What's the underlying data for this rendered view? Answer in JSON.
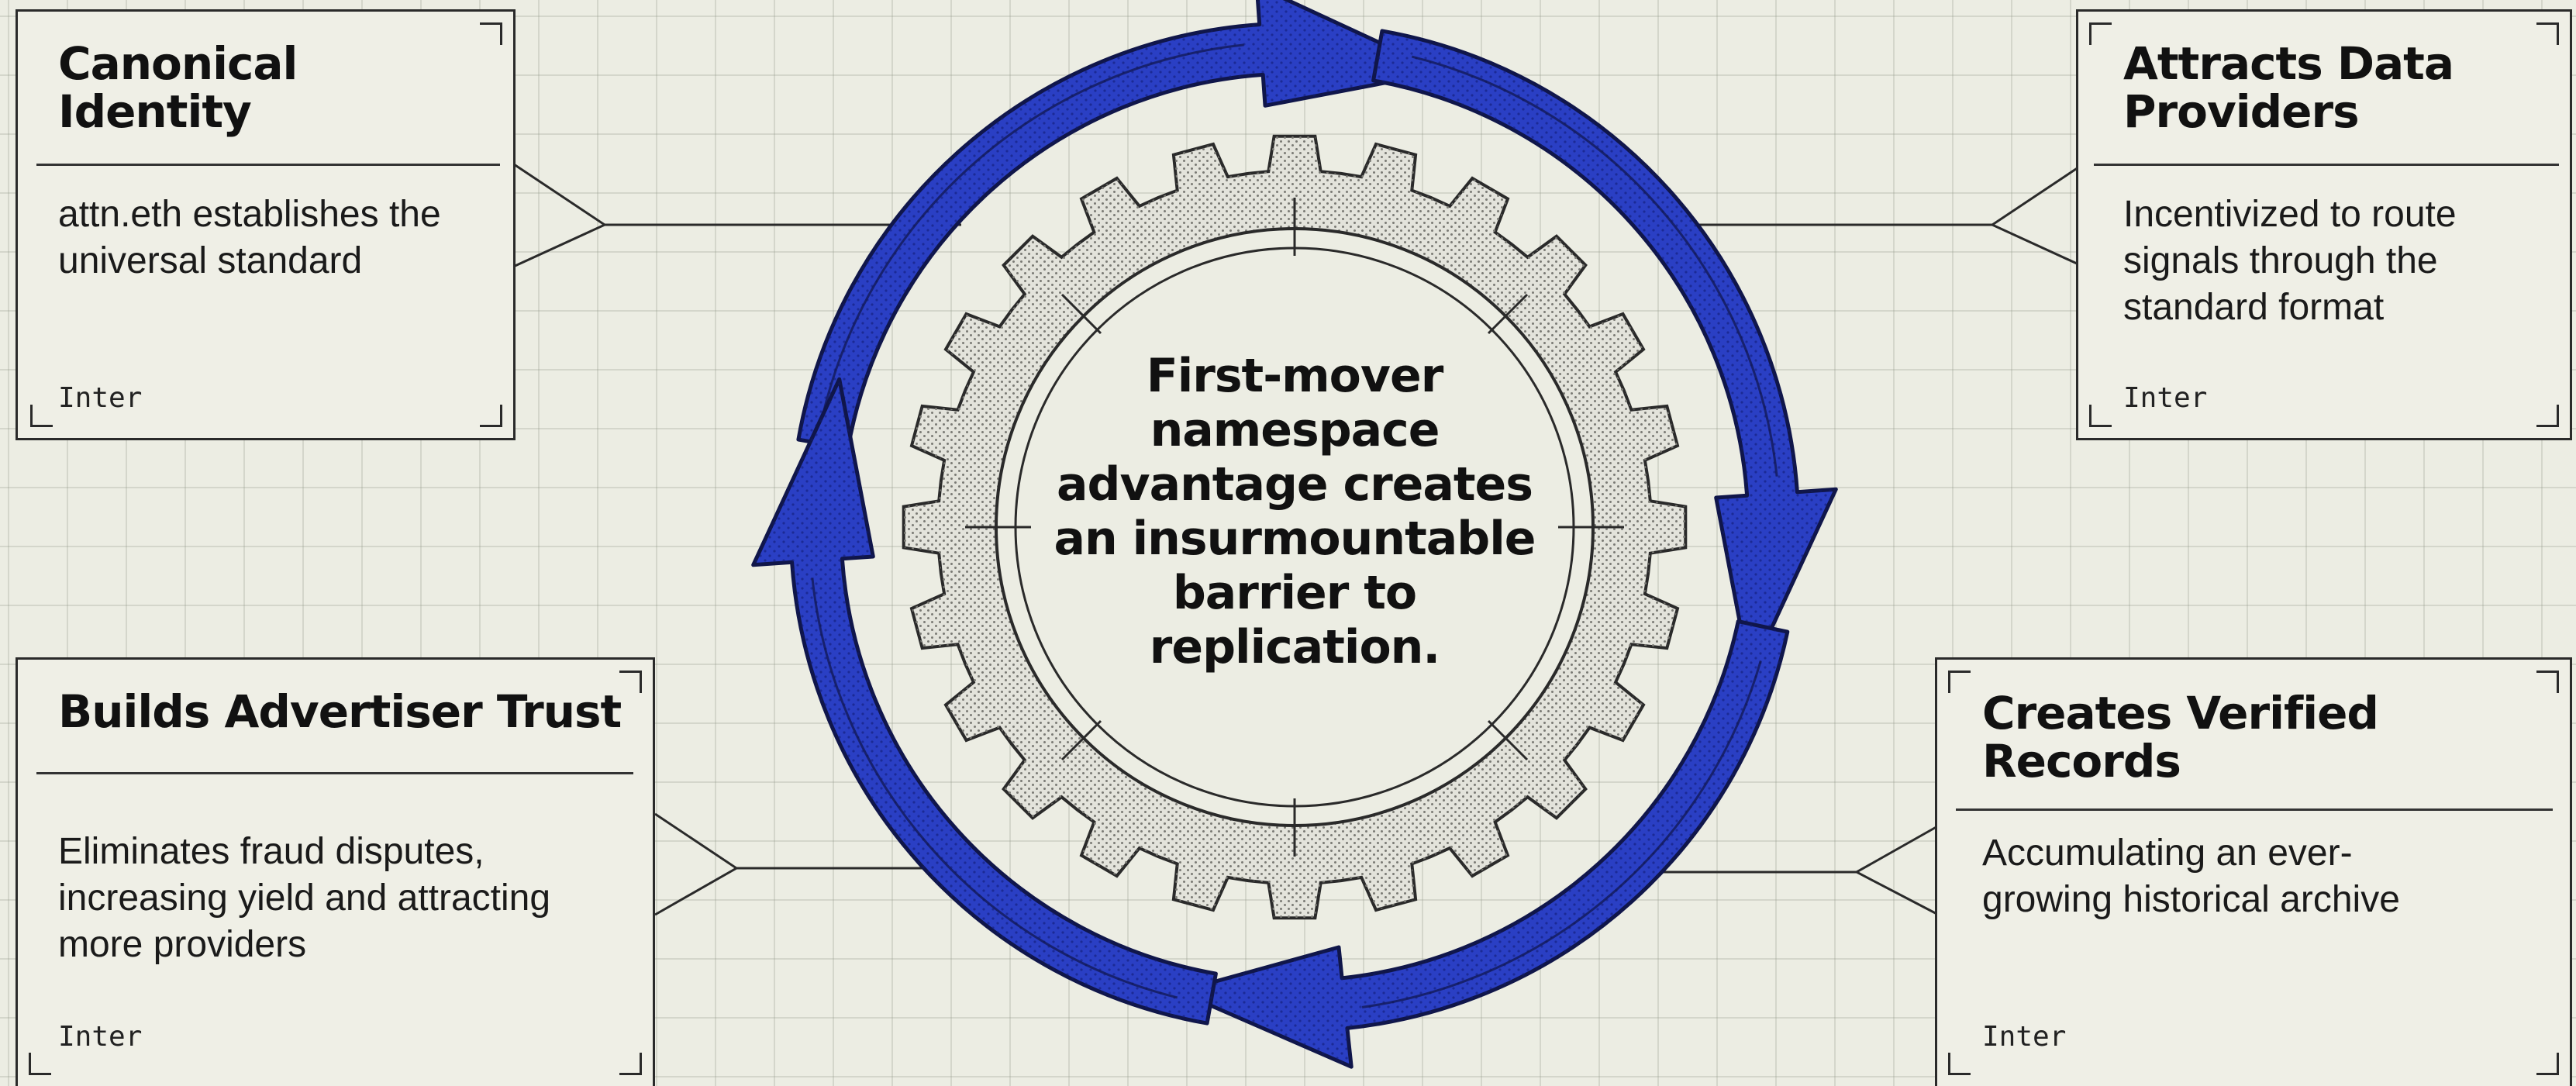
{
  "center": {
    "text": "First-mover namespace advantage creates an insurmountable barrier to replication."
  },
  "cards": [
    {
      "title": "Canonical Identity",
      "body": "attn.eth establishes the universal standard",
      "tag": "Inter"
    },
    {
      "title": "Attracts Data Providers",
      "body": "Incentivized to route signals through the standard format",
      "tag": "Inter"
    },
    {
      "title": "Builds Advertiser Trust",
      "body": "Eliminates fraud disputes, increasing yield and attracting more providers",
      "tag": "Inter"
    },
    {
      "title": "Creates Verified Records",
      "body": "Accumulating an ever-growing historical archive",
      "tag": "Inter"
    }
  ],
  "colors": {
    "arrow": "#2a3fc4",
    "arrow_outline": "#10164a",
    "gear_fill": "#e3e3db",
    "gear_stroke": "#2a2a2a",
    "background": "#ecede3"
  },
  "icons": [
    "gear-icon",
    "cycle-arrow-icon"
  ]
}
